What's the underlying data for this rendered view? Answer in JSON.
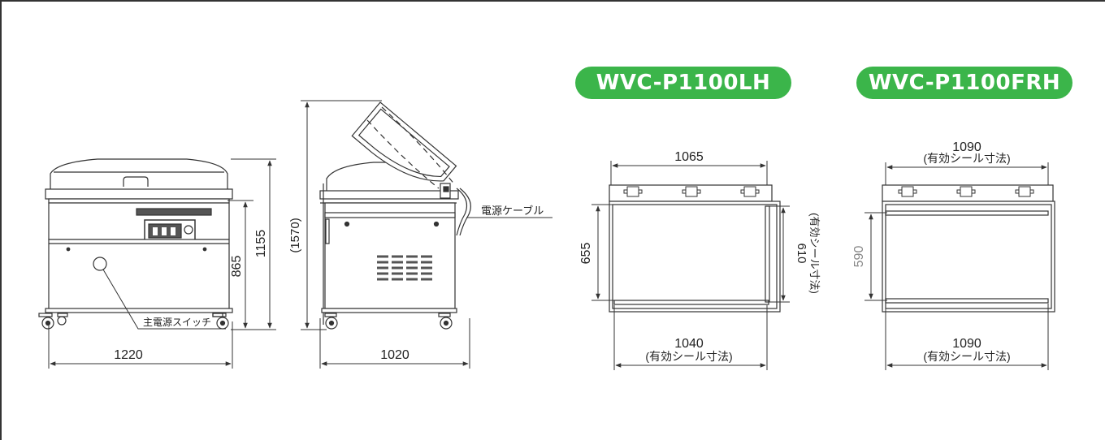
{
  "colors": {
    "badge": "#3bb54a",
    "line": "#333333",
    "light": "#9a9a9a"
  },
  "front_view": {
    "width_label": "1220",
    "height_865": "865",
    "height_1155": "1155",
    "switch_label": "主電源スイッチ"
  },
  "side_view": {
    "depth_label": "1020",
    "open_height_label": "(1570)",
    "cable_label": "電源ケーブル"
  },
  "model_lh": {
    "name": "WVC-P1100LH",
    "top_width": "1065",
    "bottom_width": "1040",
    "bottom_note": "(有効シール寸法)",
    "left_height": "655",
    "right_height": "610",
    "right_note": "(有効シール寸法)"
  },
  "model_frh": {
    "name": "WVC-P1100FRH",
    "top_width": "1090",
    "top_note": "(有効シール寸法)",
    "bottom_width": "1090",
    "bottom_note": "(有効シール寸法)",
    "left_height": "590"
  }
}
